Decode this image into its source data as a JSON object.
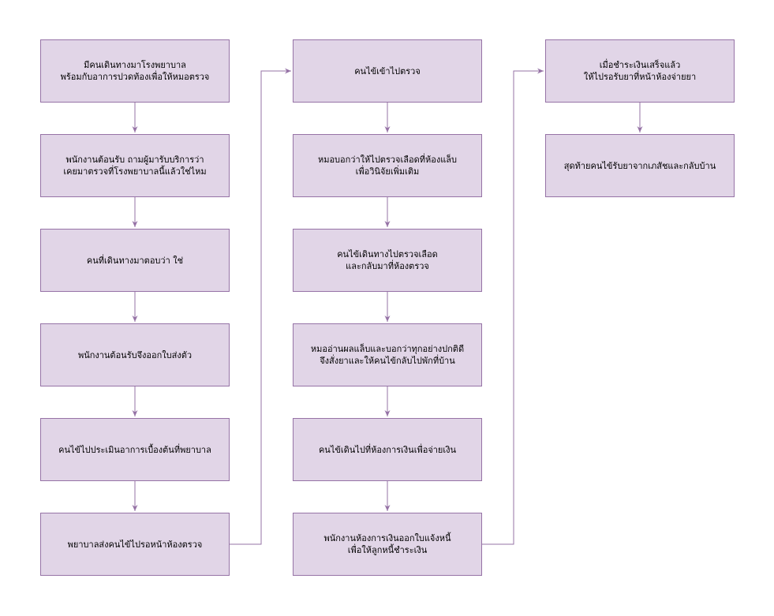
{
  "diagram": {
    "nodes": [
      {
        "id": "n1",
        "text": "มีคนเดินทางมาโรงพยาบาล\nพร้อมกับอาการปวดท้องเพื่อให้หมอตรวจ"
      },
      {
        "id": "n2",
        "text": "พนักงานต้อนรับ ถามผู้มารับบริการว่า\nเคยมาตรวจที่โรงพยาบาลนี้แล้วใช่ไหม"
      },
      {
        "id": "n3",
        "text": "คนที่เดินทางมาตอบว่า ใช่"
      },
      {
        "id": "n4",
        "text": "พนักงานต้อนรับจึงออกใบส่งตัว"
      },
      {
        "id": "n5",
        "text": "คนไข้ไปประเมินอาการเบื้องต้นที่พยาบาล"
      },
      {
        "id": "n6",
        "text": "พยาบาลส่งคนไข้ไปรอหน้าห้องตรวจ"
      },
      {
        "id": "n7",
        "text": "คนไข้เข้าไปตรวจ"
      },
      {
        "id": "n8",
        "text": "หมอบอกว่าให้ไปตรวจเลือดที่ห้องแล็บ\nเพื่อวินิจัยเพิ่มเติม"
      },
      {
        "id": "n9",
        "text": "คนไข้เดินทางไปตรวจเลือด\nและกลับมาที่ห้องตรวจ"
      },
      {
        "id": "n10",
        "text": "หมออ่านผลแล็บและบอกว่าทุกอย่างปกติดี\nจึงสั่งยาและให้คนไข้กลับไปพักที่บ้าน"
      },
      {
        "id": "n11",
        "text": "คนไข้เดินไปที่ห้องการเงินเพื่อจ่ายเงิน"
      },
      {
        "id": "n12",
        "text": "พนักงานห้องการเงินออกใบแจ้งหนี้\nเพื่อให้ลูกหนี้ชำระเงิน"
      },
      {
        "id": "n13",
        "text": "เมื่อชำระเงินเสร็จแล้ว\nให้ไปรอรับยาที่หน้าห้องจ่ายยา"
      },
      {
        "id": "n14",
        "text": "สุดท้ายคนไข้รับยาจากเภสัชและกลับบ้าน"
      }
    ],
    "edges": [
      [
        "n1",
        "n2"
      ],
      [
        "n2",
        "n3"
      ],
      [
        "n3",
        "n4"
      ],
      [
        "n4",
        "n5"
      ],
      [
        "n5",
        "n6"
      ],
      [
        "n6",
        "n7"
      ],
      [
        "n7",
        "n8"
      ],
      [
        "n8",
        "n9"
      ],
      [
        "n9",
        "n10"
      ],
      [
        "n10",
        "n11"
      ],
      [
        "n11",
        "n12"
      ],
      [
        "n12",
        "n13"
      ],
      [
        "n13",
        "n14"
      ]
    ],
    "colors": {
      "node_fill": "#e1d5e7",
      "node_border": "#9673a6",
      "connector": "#9673a6",
      "text": "#000000"
    }
  }
}
